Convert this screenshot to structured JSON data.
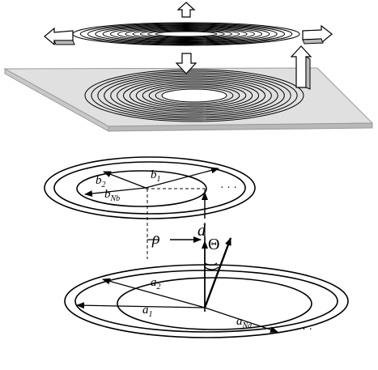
{
  "diagram": {
    "labels": {
      "b2": {
        "main": "b",
        "sub": "2"
      },
      "b1": {
        "main": "b",
        "sub": "1"
      },
      "bNb": {
        "main": "b",
        "sub": "Nb"
      },
      "d": {
        "main": "d"
      },
      "rho": {
        "main": "ρ"
      },
      "theta": {
        "main": "Θ"
      },
      "a2": {
        "main": "a",
        "sub": "2"
      },
      "a1": {
        "main": "a",
        "sub": "1"
      },
      "aNa": {
        "main": "a",
        "sub": "Na"
      },
      "dots_top": "· · ·",
      "dots_bottom": "· · ·"
    },
    "colors": {
      "line": "#000000",
      "plate": "#e0e0e0",
      "plate_edge": "#a8a8a8",
      "arrow_fill": "#ffffff"
    },
    "icons": [
      "up-arrow-icon",
      "left-arrow-icon",
      "right-arrow-icon",
      "down-arrow-icon",
      "lift-arrow-icon"
    ]
  }
}
